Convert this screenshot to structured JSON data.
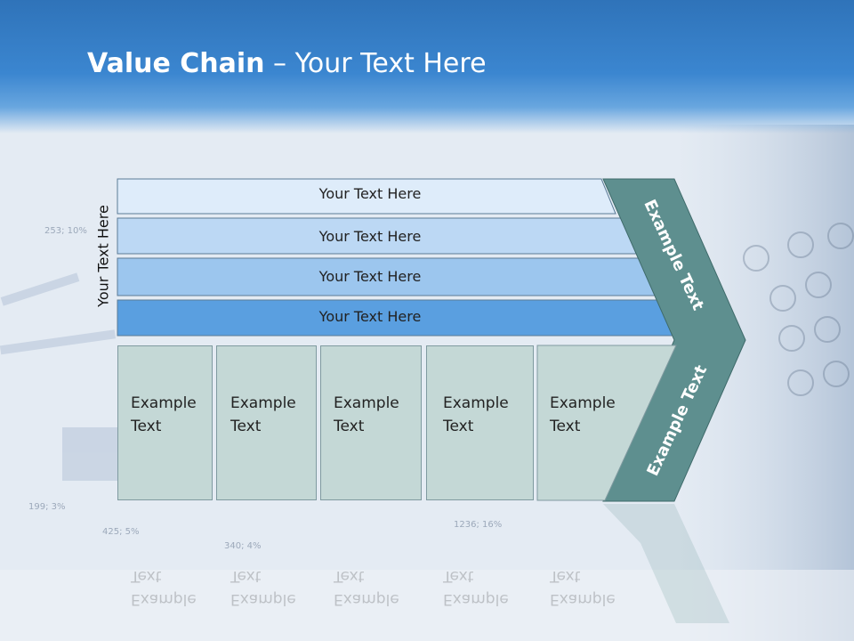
{
  "slide": {
    "title_bold": "Value Chain",
    "title_rest": " – Your Text Here"
  },
  "side_label": "Your Text Here",
  "bars": [
    {
      "label": "Your Text Here",
      "color": "#deecfa"
    },
    {
      "label": "Your Text Here",
      "color": "#bcd8f4"
    },
    {
      "label": "Your Text Here",
      "color": "#9cc6ee"
    },
    {
      "label": "Your Text Here",
      "color": "#5a9fe0"
    }
  ],
  "boxes": [
    {
      "line1": "Example",
      "line2": "Text"
    },
    {
      "line1": "Example",
      "line2": "Text"
    },
    {
      "line1": "Example",
      "line2": "Text"
    },
    {
      "line1": "Example",
      "line2": "Text"
    },
    {
      "line1": "Example",
      "line2": "Text"
    }
  ],
  "arrow": {
    "upper_text": "Example Text",
    "lower_text": "Example Text",
    "color": "#5e8f8f"
  },
  "background_numbers": [
    "253; 10%",
    "199; 3%",
    "425; 5%",
    "340; 4%",
    "1236; 16%"
  ]
}
